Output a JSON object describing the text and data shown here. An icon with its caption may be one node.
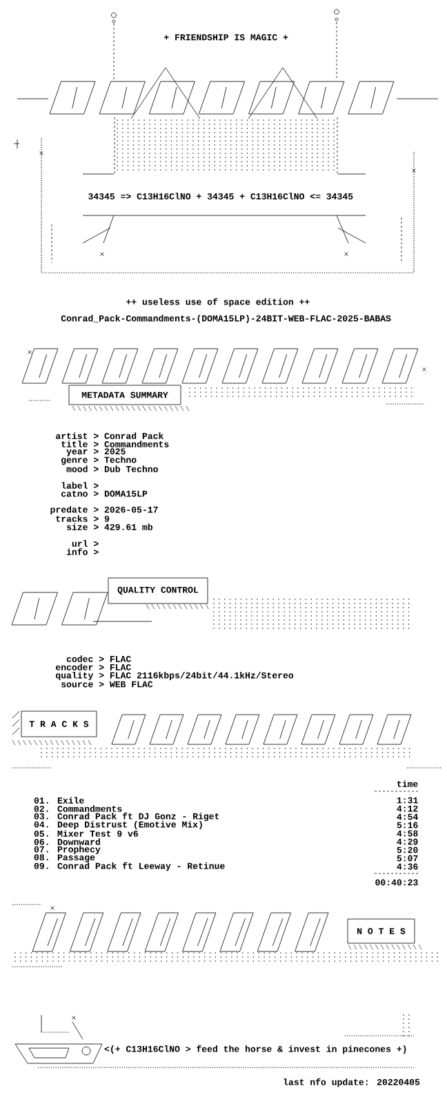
{
  "diagram": {
    "nodes": [
      {
        "text": [
          "METADATA SUMMARY"
        ]
      },
      {
        "text": [
          "QUALITY CONTROL"
        ]
      },
      {
        "text": [
          "T R A C K S"
        ]
      },
      {
        "text": [
          "N O T E S"
        ]
      }
    ],
    "labels": [
      "+ FRIENDSHIP IS MAGIC +",
      "34345 => C13H16ClNO + 34345 + C13H16ClNO <= 34345",
      "++ useless use of space edition ++",
      "Conrad_Pack-Commandments-(DOMA15LP)-24BIT-WEB-FLAC-2025-BABAS",
      "artist > Conrad Pack",
      "title > Commandments",
      "year > 2025",
      "genre > Techno",
      "mood > Dub Techno",
      "label >",
      "catno > DOMA15LP",
      "predate > 2026-05-17",
      "tracks > 9",
      "size > 429.61 mb",
      "url >",
      "info >",
      "codec > FLAC",
      "encoder > FLAC",
      "quality > FLAC 2116kbps/24bit/44.1kHz/Stereo",
      "source > WEB FLAC",
      "time",
      "01. Exile",
      "1:31",
      "02. Commandments",
      "4:12",
      "03. Conrad Pack ft DJ Gonz - Riget",
      "4:54",
      "04. Deep Distrust (Emotive Mix)",
      "5:16",
      "05. Mixer Test 9 v6",
      "4:58",
      "06. Downward",
      "4:29",
      "07. Prophecy",
      "5:20",
      "08. Passage",
      "5:07",
      "09. Conrad Pack ft Leeway - Retinue",
      "4:36",
      "00:40:23",
      "<(+ C13H16ClNO > feed the horse & invest in pinecones +)",
      "last nfo update: 20220405"
    ]
  }
}
